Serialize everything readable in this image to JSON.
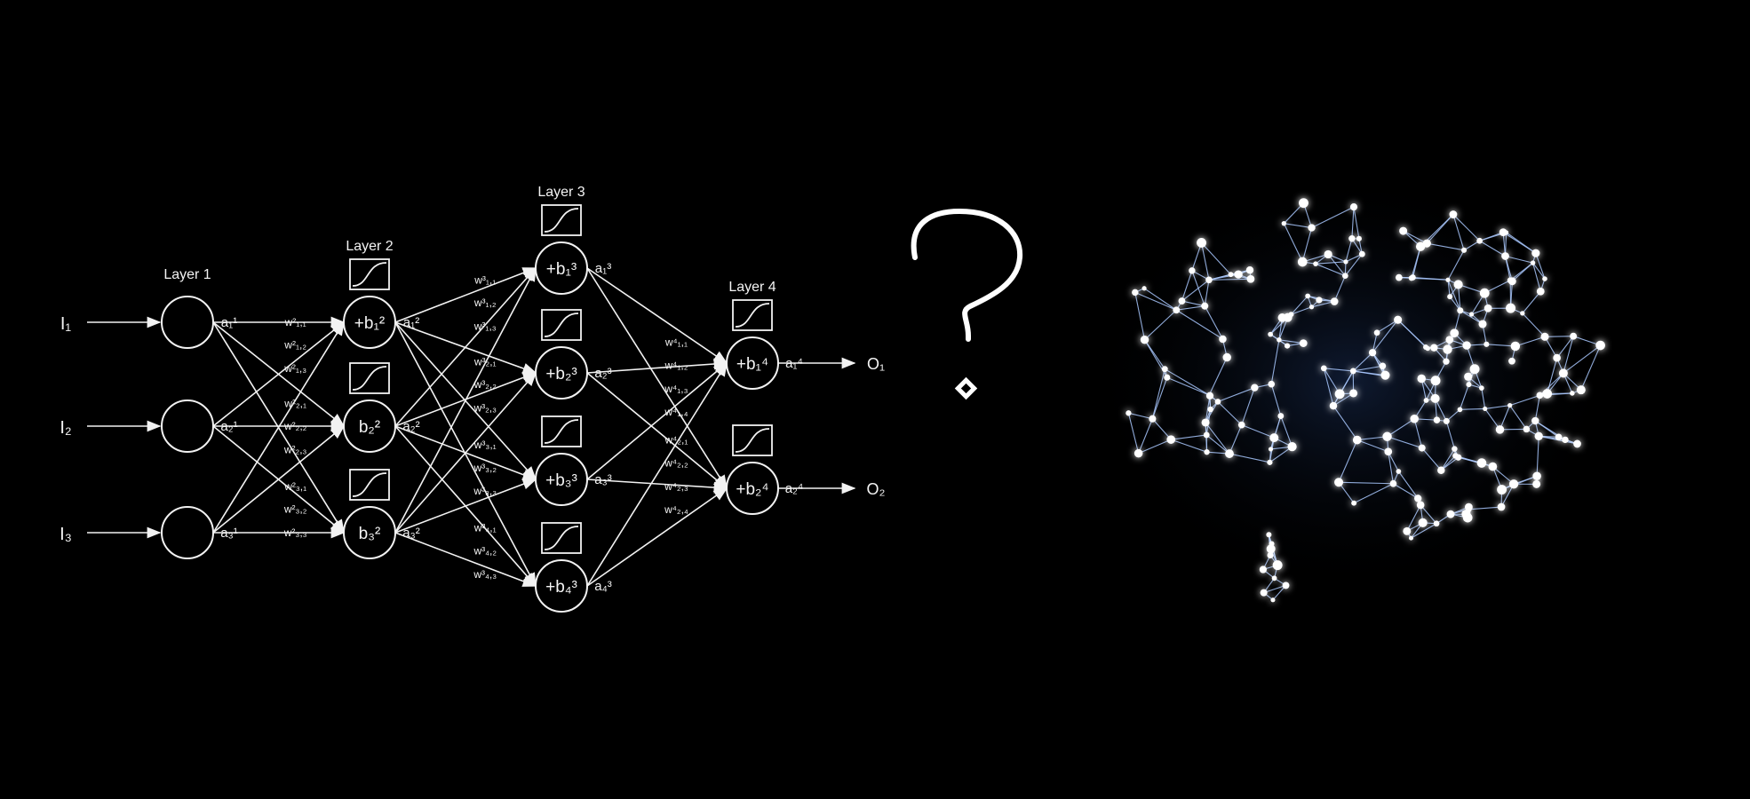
{
  "diagram": {
    "layers": [
      {
        "label": "Layer 1",
        "nodes": [
          "",
          "",
          ""
        ]
      },
      {
        "label": "Layer 2",
        "nodes": [
          "+b₁²",
          "b₂²",
          "b₃²"
        ]
      },
      {
        "label": "Layer 3",
        "nodes": [
          "+b₁³",
          "+b₂³",
          "+b₃³",
          "+b₄³"
        ]
      },
      {
        "label": "Layer 4",
        "nodes": [
          "+b₁⁴",
          "+b₂⁴"
        ]
      }
    ],
    "inputs": [
      "I₁",
      "I₂",
      "I₃"
    ],
    "outputs": [
      "O₁",
      "O₂"
    ],
    "activations": {
      "layer1": [
        "a₁¹",
        "a₂¹",
        "a₃¹"
      ],
      "layer2": [
        "a₁²",
        "a₂²",
        "a₃²"
      ],
      "layer3": [
        "a₁³",
        "a₂³",
        "a₃³",
        "a₄³"
      ],
      "layer4": [
        "a₁⁴",
        "a₂⁴"
      ]
    },
    "weights_layer2": [
      "w²₁,₁",
      "w²₁,₂",
      "w²₁,₃",
      "w²₂,₁",
      "w²₂,₂",
      "w²₂,₃",
      "w²₃,₁",
      "w²₃,₂",
      "w²₃,₃"
    ],
    "weights_layer3": [
      "w³₁,₁",
      "w³₁,₂",
      "w³₁,₃",
      "w³₂,₁",
      "w³₂,₂",
      "w³₂,₃",
      "w³₃,₁",
      "w³₃,₂",
      "w³₃,₃",
      "w³₄,₁",
      "w³₄,₂",
      "w³₄,₃"
    ],
    "weights_layer4": [
      "w⁴₁,₁",
      "w⁴₁,₂",
      "w⁴₁,₃",
      "w⁴₁,₄",
      "w⁴₂,₁",
      "w⁴₂,₂",
      "w⁴₂,₃",
      "w⁴₂,₄"
    ]
  },
  "question_mark": "?",
  "brain": {
    "icon": "brain-network-icon",
    "color": "#a9c8ff"
  }
}
